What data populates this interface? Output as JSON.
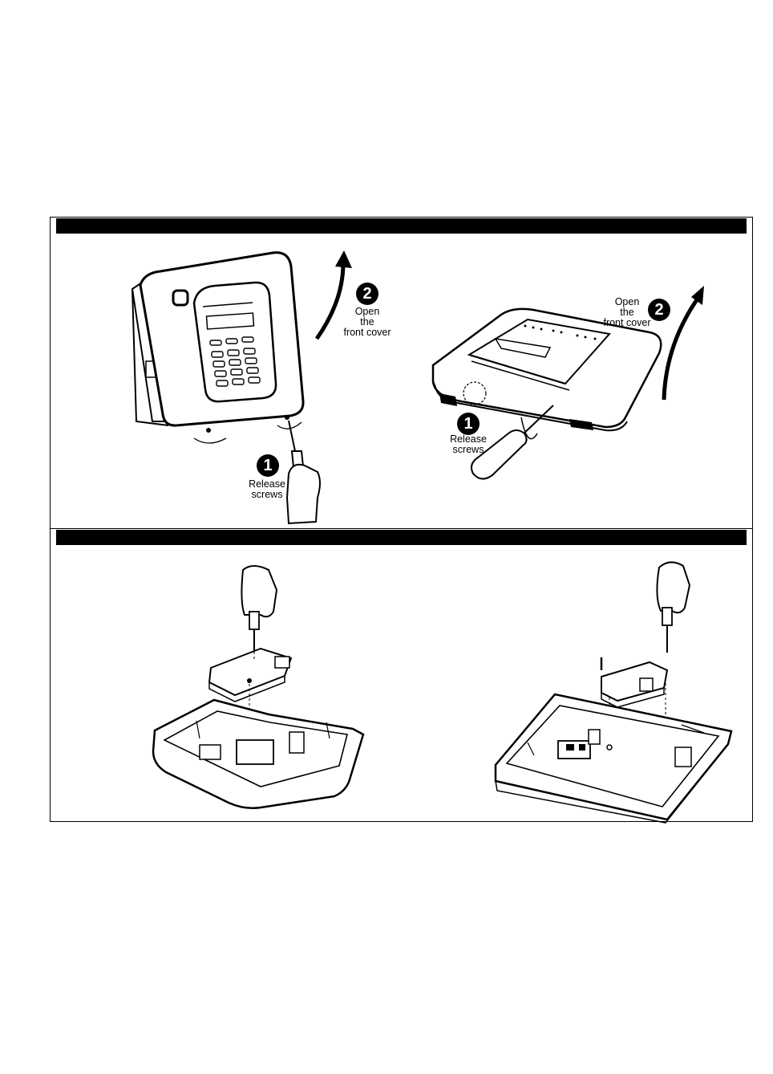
{
  "step1": {
    "badge": "1",
    "release_label_line1": "Release",
    "release_label_line2": "screws"
  },
  "step2": {
    "badge": "2",
    "open_label_line1": "Open",
    "open_label_line2": "the",
    "open_label_line3": "front cover"
  },
  "colors": {
    "band": "#000000",
    "line": "#000000",
    "fill_light": "#ffffff",
    "fill_gray": "#d9d9d9"
  }
}
